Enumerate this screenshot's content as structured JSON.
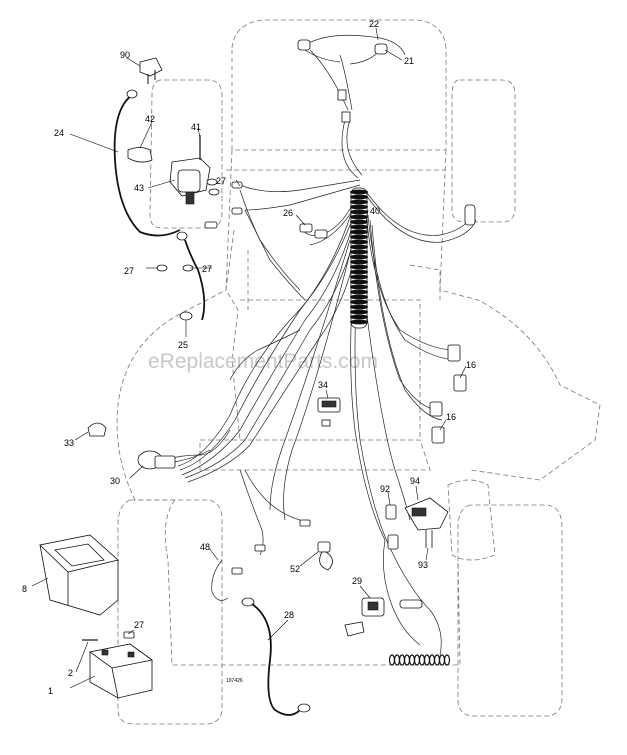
{
  "watermark": "eReplacementParts.com",
  "drawing_code": "197426",
  "callouts": [
    {
      "id": "c1",
      "label": "1"
    },
    {
      "id": "c2",
      "label": "2"
    },
    {
      "id": "c8",
      "label": "8"
    },
    {
      "id": "c16a",
      "label": "16"
    },
    {
      "id": "c16b",
      "label": "16"
    },
    {
      "id": "c21",
      "label": "21"
    },
    {
      "id": "c22",
      "label": "22"
    },
    {
      "id": "c24",
      "label": "24"
    },
    {
      "id": "c25",
      "label": "25"
    },
    {
      "id": "c26",
      "label": "26"
    },
    {
      "id": "c27a",
      "label": "27"
    },
    {
      "id": "c27b",
      "label": "27"
    },
    {
      "id": "c27c",
      "label": "27"
    },
    {
      "id": "c27d",
      "label": "27"
    },
    {
      "id": "c28",
      "label": "28"
    },
    {
      "id": "c29",
      "label": "29"
    },
    {
      "id": "c30",
      "label": "30"
    },
    {
      "id": "c33",
      "label": "33"
    },
    {
      "id": "c34",
      "label": "34"
    },
    {
      "id": "c40",
      "label": "40"
    },
    {
      "id": "c41",
      "label": "41"
    },
    {
      "id": "c42",
      "label": "42"
    },
    {
      "id": "c43",
      "label": "43"
    },
    {
      "id": "c48",
      "label": "48"
    },
    {
      "id": "c52",
      "label": "52"
    },
    {
      "id": "c90",
      "label": "90"
    },
    {
      "id": "c92",
      "label": "92"
    },
    {
      "id": "c93",
      "label": "93"
    },
    {
      "id": "c94",
      "label": "94"
    }
  ]
}
